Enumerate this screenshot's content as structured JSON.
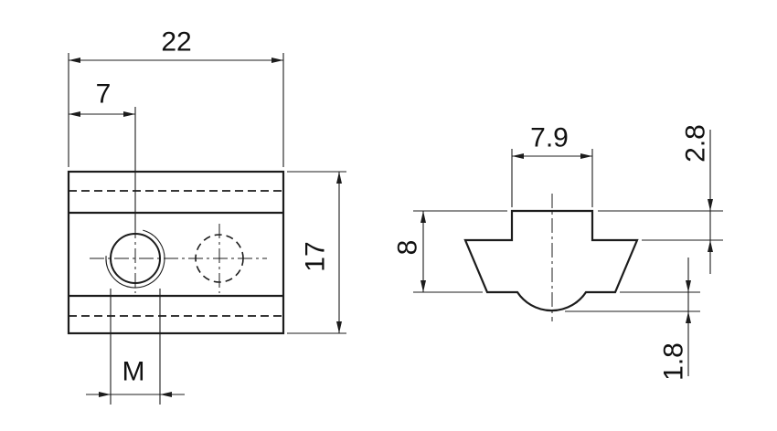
{
  "colors": {
    "line": "#1c1c1c",
    "background": "#ffffff"
  },
  "views": {
    "top_view": {
      "dim_length": "22",
      "dim_hole_offset": "7",
      "dim_width": "17",
      "dim_thread": "M"
    },
    "profile_view": {
      "dim_tongue_width": "7.9",
      "dim_tongue_height": "2.8",
      "dim_total_height": "8",
      "dim_dome_height": "1.8"
    }
  }
}
